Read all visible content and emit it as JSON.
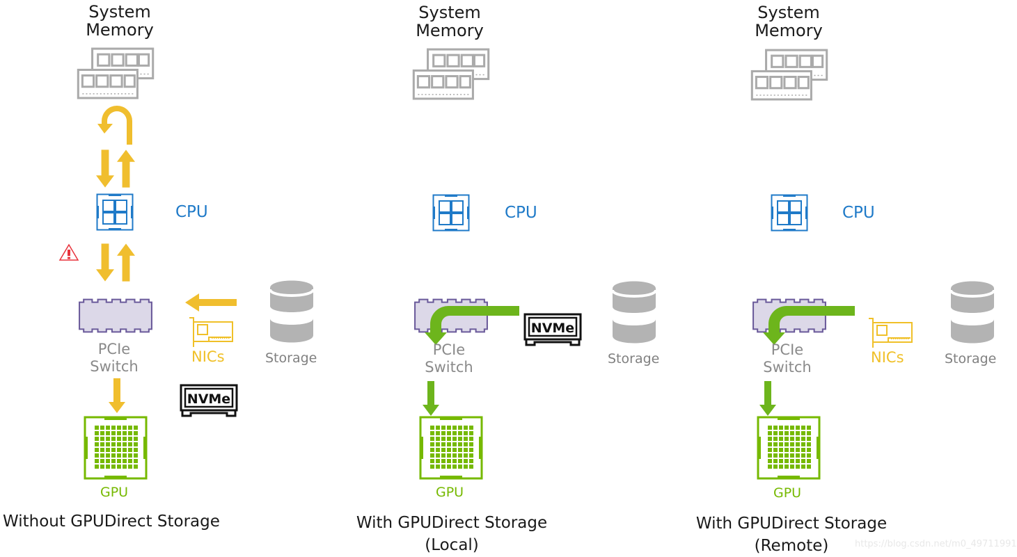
{
  "colors": {
    "cpu_blue": "#1f7ac8",
    "gpu_green": "#76b900",
    "path_yellow": "#f0be2e",
    "gds_green": "#6db51c",
    "nic_yellow": "#f0c028",
    "memory_gray": "#aaaaaa",
    "storage_gray": "#b3b3b3",
    "pcie_fill": "#dcd8e8",
    "pcie_border": "#6a5a9a",
    "warning_red": "#e8323c"
  },
  "panels": [
    {
      "id": "without",
      "system_memory_label": [
        "System",
        "Memory"
      ],
      "cpu_label": "CPU",
      "pcie_label": [
        "PCIe",
        "Switch"
      ],
      "nic_label": "NICs",
      "storage_label": "Storage",
      "nvme_label": "NVMe",
      "gpu_label": "GPU",
      "caption": [
        "Without GPUDirect Storage"
      ],
      "icons": [
        "memory-icon",
        "u-turn-arrow-icon",
        "bidirectional-arrows-icon",
        "cpu-icon",
        "warning-icon",
        "pcie-switch-icon",
        "nic-icon",
        "storage-icon",
        "nvme-icon",
        "gpu-icon"
      ]
    },
    {
      "id": "local",
      "system_memory_label": [
        "System",
        "Memory"
      ],
      "cpu_label": "CPU",
      "pcie_label": [
        "PCIe",
        "Switch"
      ],
      "storage_label": "Storage",
      "nvme_label": "NVMe",
      "gpu_label": "GPU",
      "caption": [
        "With GPUDirect Storage",
        "(Local)"
      ]
    },
    {
      "id": "remote",
      "system_memory_label": [
        "System",
        "Memory"
      ],
      "cpu_label": "CPU",
      "pcie_label": [
        "PCIe",
        "Switch"
      ],
      "nic_label": "NICs",
      "storage_label": "Storage",
      "gpu_label": "GPU",
      "caption": [
        "With GPUDirect Storage",
        "(Remote)"
      ]
    }
  ],
  "watermark": "https://blog.csdn.net/m0_49711991"
}
